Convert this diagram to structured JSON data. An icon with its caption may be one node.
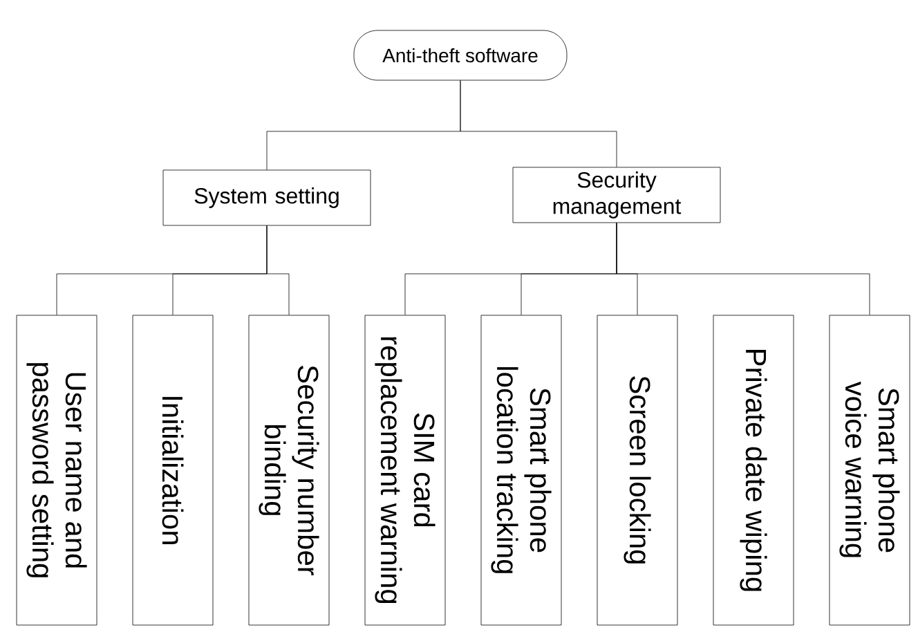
{
  "diagram": {
    "nodes": [
      {
        "text": [
          "Anti-theft software"
        ]
      },
      {
        "text": [
          "System setting"
        ]
      },
      {
        "text": [
          "Security management"
        ]
      },
      {
        "text": [
          "User name and password setting"
        ]
      },
      {
        "text": [
          "Initialization"
        ]
      },
      {
        "text": [
          "Security number binding"
        ]
      },
      {
        "text": [
          "SIM card replacement warning"
        ]
      },
      {
        "text": [
          "Smart phone location tracking"
        ]
      },
      {
        "text": [
          "Screen locking"
        ]
      },
      {
        "text": [
          "Private date wiping"
        ]
      },
      {
        "text": [
          "Smart phone voice warning"
        ]
      }
    ],
    "edges": [
      {
        "from": 0,
        "to": 1,
        "arrow": "none"
      },
      {
        "from": 0,
        "to": 2,
        "arrow": "none"
      },
      {
        "from": 1,
        "to": 3,
        "arrow": "none"
      },
      {
        "from": 1,
        "to": 4,
        "arrow": "none"
      },
      {
        "from": 1,
        "to": 5,
        "arrow": "none"
      },
      {
        "from": 2,
        "to": 6,
        "arrow": "none"
      },
      {
        "from": 2,
        "to": 7,
        "arrow": "none"
      },
      {
        "from": 2,
        "to": 8,
        "arrow": "none"
      },
      {
        "from": 2,
        "to": 10,
        "arrow": "none"
      }
    ]
  }
}
